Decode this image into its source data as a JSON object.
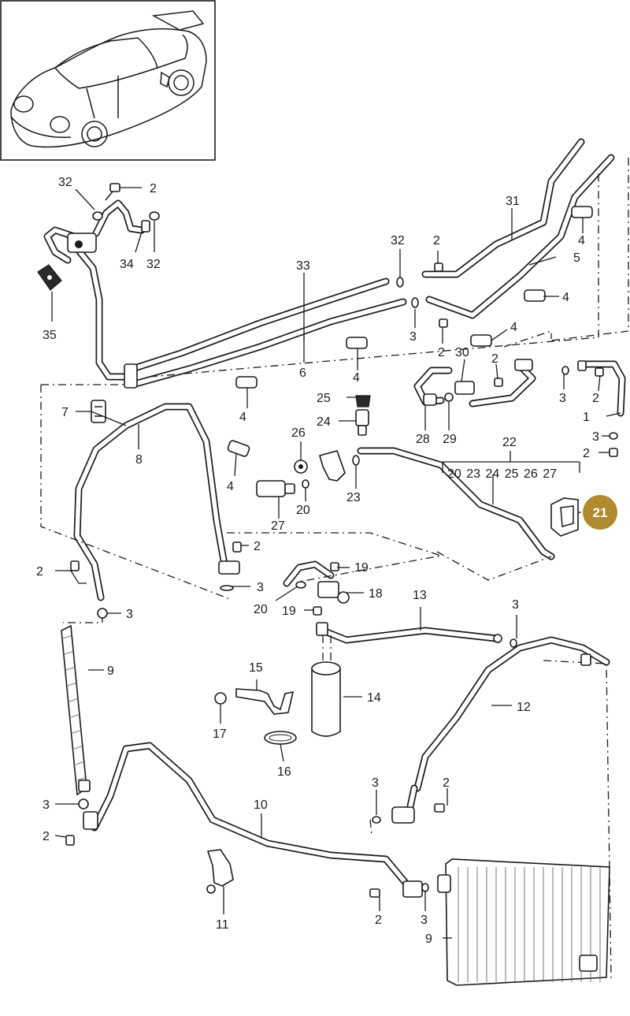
{
  "callouts": {
    "c1": "1",
    "c2a": "2",
    "c2b": "2",
    "c2c": "2",
    "c2d": "2",
    "c2e": "2",
    "c2f": "2",
    "c2g": "2",
    "c2h": "2",
    "c2i": "2",
    "c2j": "2",
    "c2k": "2",
    "c3a": "3",
    "c3b": "3",
    "c3c": "3",
    "c3d": "3",
    "c3e": "3",
    "c3f": "3",
    "c3g": "3",
    "c3h": "3",
    "c3i": "3",
    "c4a": "4",
    "c4b": "4",
    "c4c": "4",
    "c4d": "4",
    "c4e": "4",
    "c4f": "4",
    "c5": "5",
    "c6": "6",
    "c7": "7",
    "c8": "8",
    "c9a": "9",
    "c9b": "9",
    "c10": "10",
    "c11": "11",
    "c12": "12",
    "c13": "13",
    "c14": "14",
    "c15": "15",
    "c16": "16",
    "c17": "17",
    "c18": "18",
    "c19a": "19",
    "c19b": "19",
    "c20a": "20",
    "c20b": "20",
    "c22": "22",
    "c23": "23",
    "c24": "24",
    "c25": "25",
    "c26": "26",
    "c27": "27",
    "c28": "28",
    "c29": "29",
    "c30": "30",
    "c31": "31",
    "c32a": "32",
    "c32b": "32",
    "c32c": "32",
    "c33": "33",
    "c34": "34",
    "c35": "35"
  },
  "kit_22_parts": "20 23 24 25 26 27",
  "badge": {
    "label": "21",
    "color": "#b08a2e"
  }
}
